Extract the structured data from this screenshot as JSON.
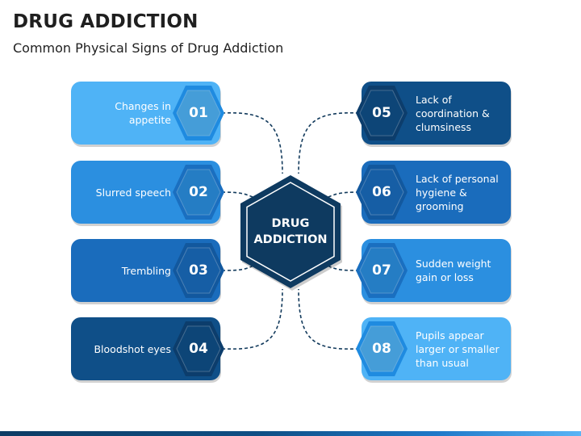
{
  "header": {
    "title": "DRUG ADDICTION",
    "subtitle": "Common Physical Signs of Drug Addiction"
  },
  "center": {
    "line1": "DRUG",
    "line2": "ADDICTION"
  },
  "items": [
    {
      "num": "01",
      "text": "Changes in appetite",
      "side": "left",
      "color": "#4fb3f6",
      "hex": "#1f8be0"
    },
    {
      "num": "02",
      "text": "Slurred speech",
      "side": "left",
      "color": "#2b8fe0",
      "hex": "#1a6fc0"
    },
    {
      "num": "03",
      "text": "Trembling",
      "side": "left",
      "color": "#1a6cbc",
      "hex": "#12589e"
    },
    {
      "num": "04",
      "text": "Bloodshot eyes",
      "side": "left",
      "color": "#0f4f88",
      "hex": "#0c3d6c"
    },
    {
      "num": "05",
      "text": "Lack of coordination & clumsiness",
      "side": "right",
      "color": "#0f4f88",
      "hex": "#0c3d6c"
    },
    {
      "num": "06",
      "text": "Lack of personal hygiene & grooming",
      "side": "right",
      "color": "#1a6cbc",
      "hex": "#12589e"
    },
    {
      "num": "07",
      "text": "Sudden weight gain or loss",
      "side": "right",
      "color": "#2b8fe0",
      "hex": "#1a6fc0"
    },
    {
      "num": "08",
      "text": "Pupils appear larger or smaller than usual",
      "side": "right",
      "color": "#4fb3f6",
      "hex": "#1f8be0"
    }
  ],
  "colors": {
    "center_fill": "#0e3a60",
    "connector": "#123a5c"
  }
}
